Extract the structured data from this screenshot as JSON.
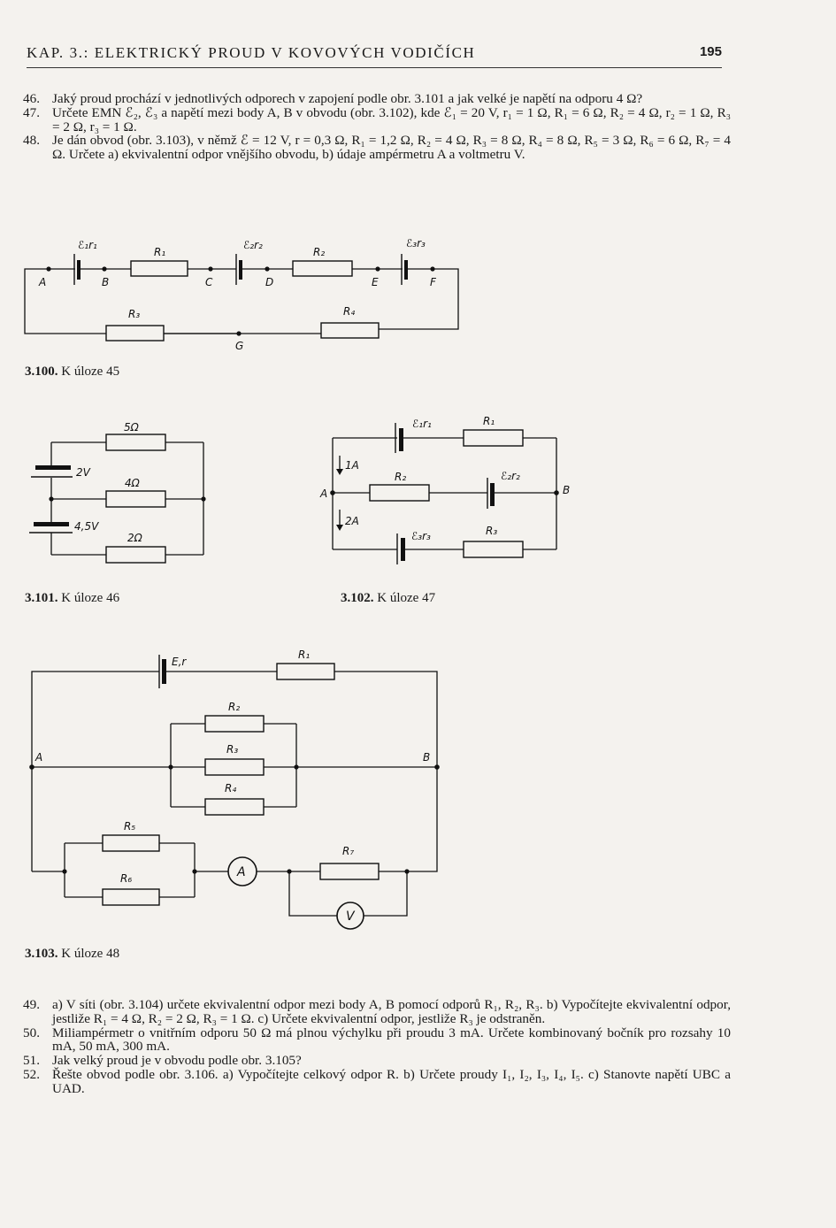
{
  "header": {
    "title": "KAP. 3.: ELEKTRICKÝ PROUD V KOVOVÝCH VODIČÍCH",
    "page_number": "195"
  },
  "problems_top": [
    {
      "num": "46.",
      "text": "Jaký proud prochází v jednotlivých odporech v zapojení podle obr. 3.101 a jak velké je napětí na odporu 4 Ω?"
    },
    {
      "num": "47.",
      "text": "Určete EMN ℰ₂, ℰ₃ a napětí mezi body A, B v obvodu (obr. 3.102), kde ℰ₁ = 20 V, r₁ = 1 Ω, R₁ = 6 Ω, R₂ = 4 Ω, r₂ = 1 Ω, R₃ = 2 Ω, r₃ = 1 Ω."
    },
    {
      "num": "48.",
      "text": "Je dán obvod (obr. 3.103), v němž ℰ = 12 V, r = 0,3 Ω, R₁ = 1,2 Ω, R₂ = 4 Ω, R₃ = 8 Ω, R₄ = 8 Ω, R₅ = 3 Ω, R₆ = 6 Ω, R₇ = 4 Ω. Určete a) ekvivalentní odpor vnějšího obvodu, b) údaje ampérmetru A a voltmetru V."
    }
  ],
  "problems_bottom": [
    {
      "num": "49.",
      "text": "a) V síti (obr. 3.104) určete ekvivalentní odpor mezi body A, B pomocí odporů R₁, R₂, R₃. b) Vypočítejte ekvivalentní odpor, jestliže R₁ = 4 Ω, R₂ = 2 Ω, R₃ = 1 Ω. c) Určete ekvivalentní odpor, jestliže R₃ je odstraněn."
    },
    {
      "num": "50.",
      "text": "Miliampérmetr o vnitřním odporu 50 Ω má plnou výchylku při proudu 3 mA. Určete kombinovaný bočník pro rozsahy 10 mA, 50 mA, 300 mA."
    },
    {
      "num": "51.",
      "text": "Jak velký proud je v obvodu podle obr. 3.105?"
    },
    {
      "num": "52.",
      "text": "Řešte obvod podle obr. 3.106. a) Vypočítejte celkový odpor R. b) Určete proudy I₁, I₂, I₃, I₄, I₅. c) Stanovte napětí UBC a UAD."
    }
  ],
  "figures": {
    "fig100": {
      "caption_num": "3.100.",
      "caption_text": "K úloze 45",
      "labels": {
        "e1": "ℰ₁r₁",
        "e2": "ℰ₂r₂",
        "e3": "ℰ₃r₃",
        "r1": "R₁",
        "r2": "R₂",
        "r3": "R₃",
        "r4": "R₄",
        "a": "A",
        "b": "B",
        "c": "C",
        "d": "D",
        "e": "E",
        "f": "F",
        "g": "G"
      }
    },
    "fig101": {
      "caption_num": "3.101.",
      "caption_text": "K úloze 46",
      "labels": {
        "r5": "5Ω",
        "r4": "4Ω",
        "r2": "2Ω",
        "v2": "2V",
        "v45": "4,5V"
      }
    },
    "fig102": {
      "caption_num": "3.102.",
      "caption_text": "K úloze 47",
      "labels": {
        "e1": "ℰ₁r₁",
        "e2": "ℰ₂r₂",
        "e3": "ℰ₃r₃",
        "r1": "R₁",
        "r2": "R₂",
        "r3": "R₃",
        "i1": "1A",
        "i2": "2A",
        "a": "A",
        "b": "B"
      }
    },
    "fig103": {
      "caption_num": "3.103.",
      "caption_text": "K úloze 48",
      "labels": {
        "er": "E,r",
        "r1": "R₁",
        "r2": "R₂",
        "r3": "R₃",
        "r4": "R₄",
        "r5": "R₅",
        "r6": "R₆",
        "r7": "R₇",
        "a": "A",
        "b": "B",
        "ammeter": "A",
        "voltmeter": "V"
      }
    }
  }
}
